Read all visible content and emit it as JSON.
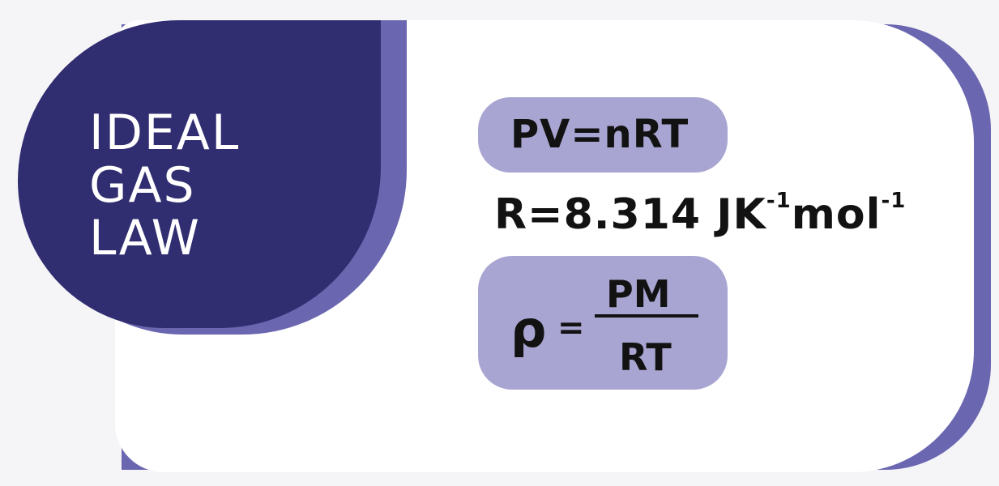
{
  "title": {
    "line1": "IDEAL",
    "line2": "GAS",
    "line3": "LAW"
  },
  "equations": {
    "ideal_gas": "PV=nRT",
    "gas_constant": {
      "base": "R=8.314 JK",
      "exp1": "-1",
      "unit_mid": "mol",
      "exp2": "-1"
    },
    "density": {
      "lhs": "ρ",
      "equals": "=",
      "numerator": "PM",
      "denominator": "RT"
    }
  },
  "colors": {
    "dark_blob": "#302d70",
    "accent_purple": "#6a66b0",
    "pill_lavender": "#a9a5d2"
  }
}
